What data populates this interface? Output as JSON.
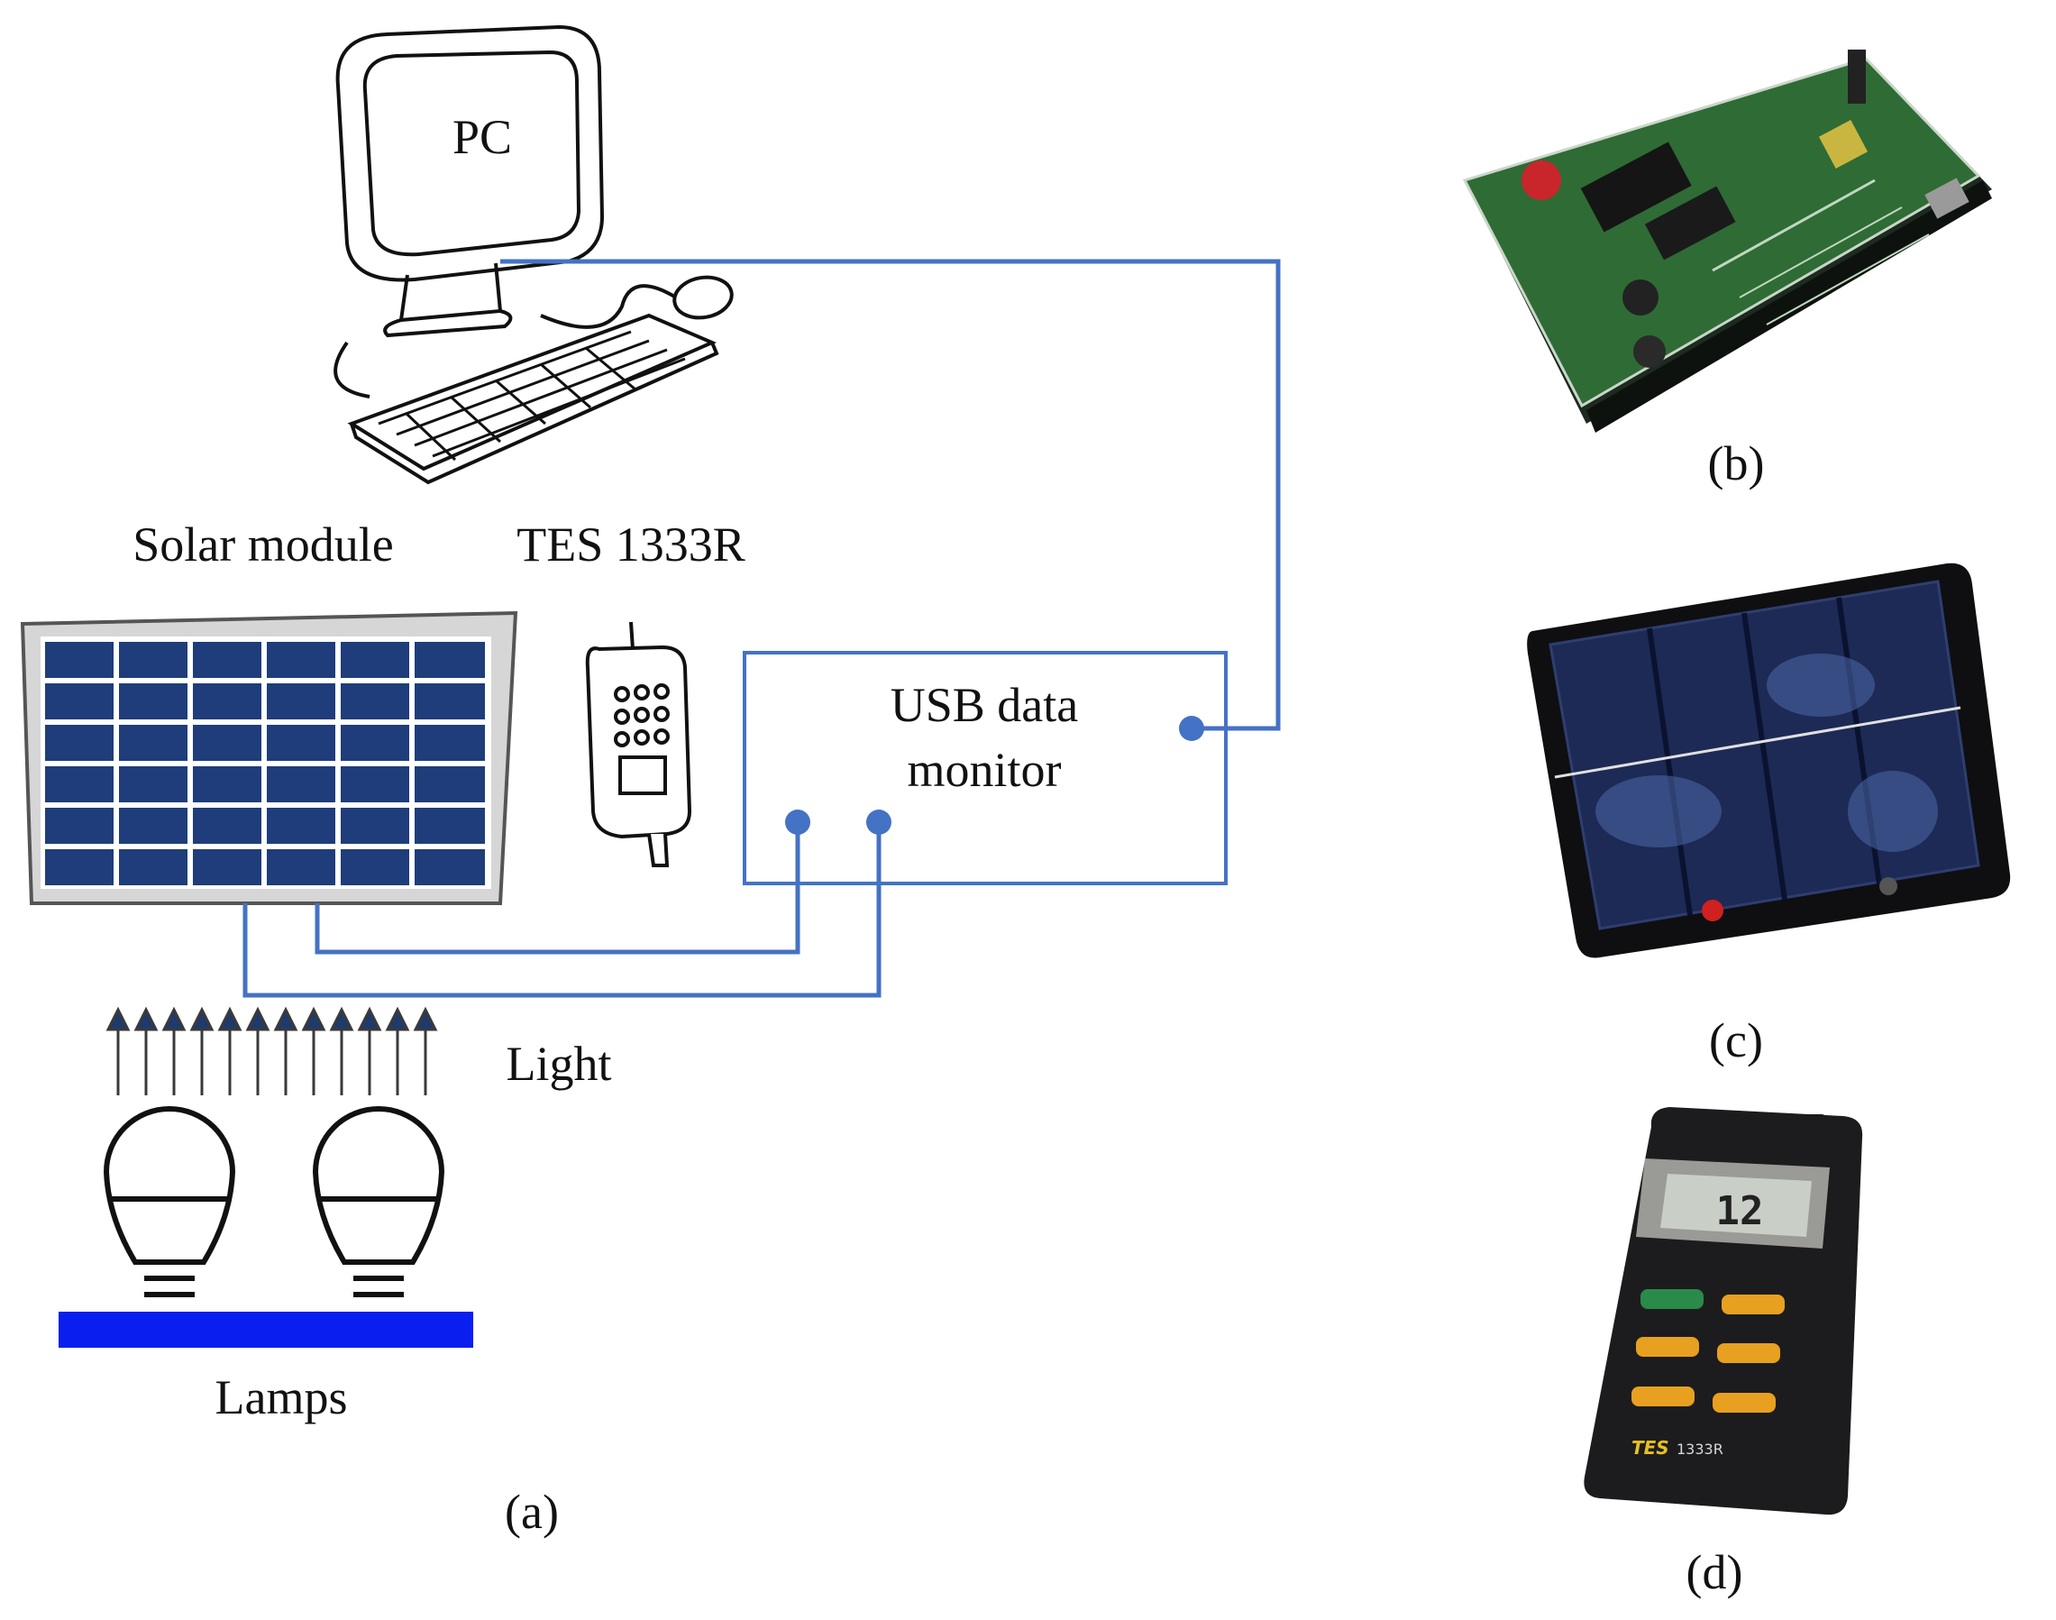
{
  "diagram": {
    "pc_label": "PC",
    "solar_module_label": "Solar module",
    "meter_label": "TES 1333R",
    "usb_monitor_line1": "USB data",
    "usb_monitor_line2": "monitor",
    "light_label": "Light",
    "lamps_label": "Lamps",
    "panel_a_caption": "(a)"
  },
  "photos": {
    "caption_b": "(b)",
    "caption_c": "(c)",
    "caption_d": "(d)",
    "meter_display_reading": "12",
    "meter_brand": "TES",
    "meter_model": "1333R"
  },
  "colors": {
    "wire": "#4472c4",
    "panel_cell": "#1f3d7a",
    "lamp_base": "#0a1ef0",
    "arrow": "#1e3a6e"
  }
}
